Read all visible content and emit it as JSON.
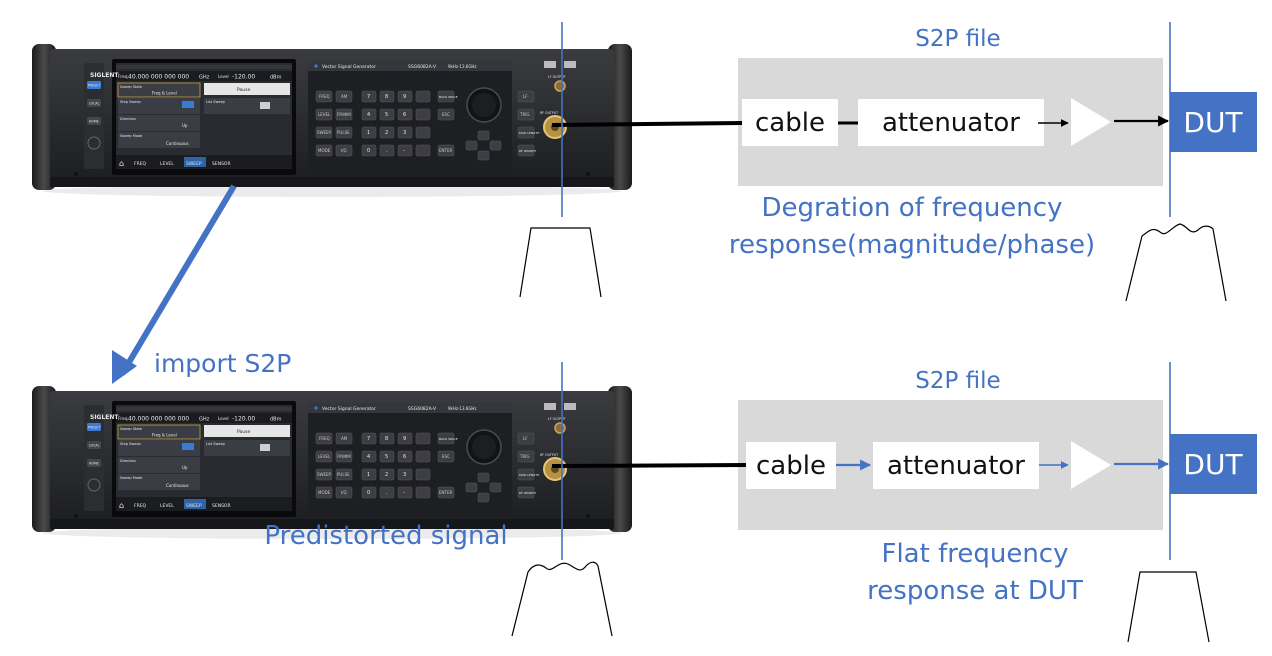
{
  "colors": {
    "accent": "#4472c4",
    "gray_box": "#d9d9d9",
    "dut": "#4472c4"
  },
  "instrument": {
    "brand": "SIGLENT",
    "model": "SSG6082A-V",
    "product_name": "Vector Signal Generator",
    "range": "9kHz-13.6GHz",
    "freq_label": "Freq",
    "freq_value": "40.000 000 000 000",
    "freq_unit": "GHz",
    "level_label": "Level",
    "level_value": "-120.00",
    "level_unit": "dBm",
    "sweep_state_label": "Sweep State",
    "sweep_state_value": "Freq & Level",
    "pause": "Pause",
    "step_sweep": "Step Sweep",
    "list_sweep": "List Sweep",
    "direction_label": "Direction",
    "direction_value": "Up",
    "sweep_mode_label": "Sweep Mode",
    "sweep_mode_value": "Continuous",
    "tabs": [
      "FREQ",
      "LEVEL",
      "SWEEP",
      "SENSOR"
    ],
    "left_buttons": [
      "PRESET",
      "LOCAL",
      "HOME"
    ],
    "func_keys": [
      "FREQ",
      "AM",
      "LEVEL",
      "FM/ΦM",
      "SWEEP",
      "PULSE",
      "MODE",
      "I/Q"
    ],
    "num_keys": [
      "7",
      "8",
      "9",
      "4",
      "5",
      "6",
      "1",
      "2",
      "3",
      "0",
      ".",
      "-"
    ],
    "side_keys": [
      "BACK SPACE",
      "ESC",
      "ENTER"
    ],
    "right_keys": [
      "LF",
      "TRIG",
      "MOD LENGTH",
      "RF LENGTH"
    ],
    "lf_output": "LF OUTPUT",
    "rf_output": "RF OUTPUT"
  },
  "top": {
    "s2p_label": "S2P file",
    "cable": "cable",
    "attenuator": "attenuator",
    "dut": "DUT",
    "degradation": [
      "Degration of frequency",
      "response(magnitude/phase)"
    ]
  },
  "bottom": {
    "import_label": "import S2P",
    "s2p_label": "S2P file",
    "cable": "cable",
    "attenuator": "attenuator",
    "dut": "DUT",
    "predistorted": "Predistorted signal",
    "flat": [
      "Flat frequency",
      "response at DUT"
    ]
  }
}
